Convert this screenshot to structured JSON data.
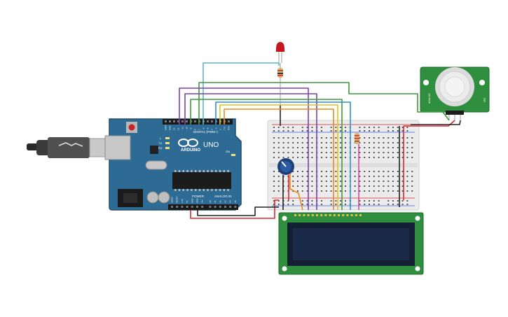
{
  "arduino": {
    "brand": "ARDUINO",
    "model": "UNO",
    "digital_label": "DIGITAL (PWM~)",
    "power_label": "POWER",
    "analog_label": "ANALOG IN",
    "digital_pins": [
      "AREF",
      "GND",
      "13",
      "12",
      "~11",
      "~10",
      "~9",
      "8",
      "7",
      "~6",
      "~5",
      "4",
      "~3",
      "2",
      "TX1",
      "RX0"
    ],
    "power_pins": [
      "IOREF",
      "RESET",
      "3.3V",
      "5V",
      "GND",
      "GND",
      "Vin"
    ],
    "analog_pins": [
      "A0",
      "A1",
      "A2",
      "A3",
      "A4",
      "A5"
    ],
    "led_labels": [
      "L",
      "TX",
      "RX",
      "ON"
    ]
  },
  "pir": {
    "label_left": "ANALOG",
    "label_right": "PIR"
  },
  "colors": {
    "board": "#2d6b94",
    "board_edge": "#1f4e70",
    "breadboard": "#ececec",
    "lcd_pcb": "#2f8f3f",
    "lcd_screen": "#1c2a4a",
    "wire_purple": "#7b3fb0",
    "wire_green": "#3f9a3a",
    "wire_orange": "#ea8a1e",
    "wire_yellow": "#e3c21a",
    "wire_blue": "#2f8fd6",
    "wire_cyan": "#5fb7c8",
    "wire_pink": "#d94aa0",
    "wire_red": "#d9272e",
    "wire_black": "#222222",
    "led": "#c4161c"
  }
}
